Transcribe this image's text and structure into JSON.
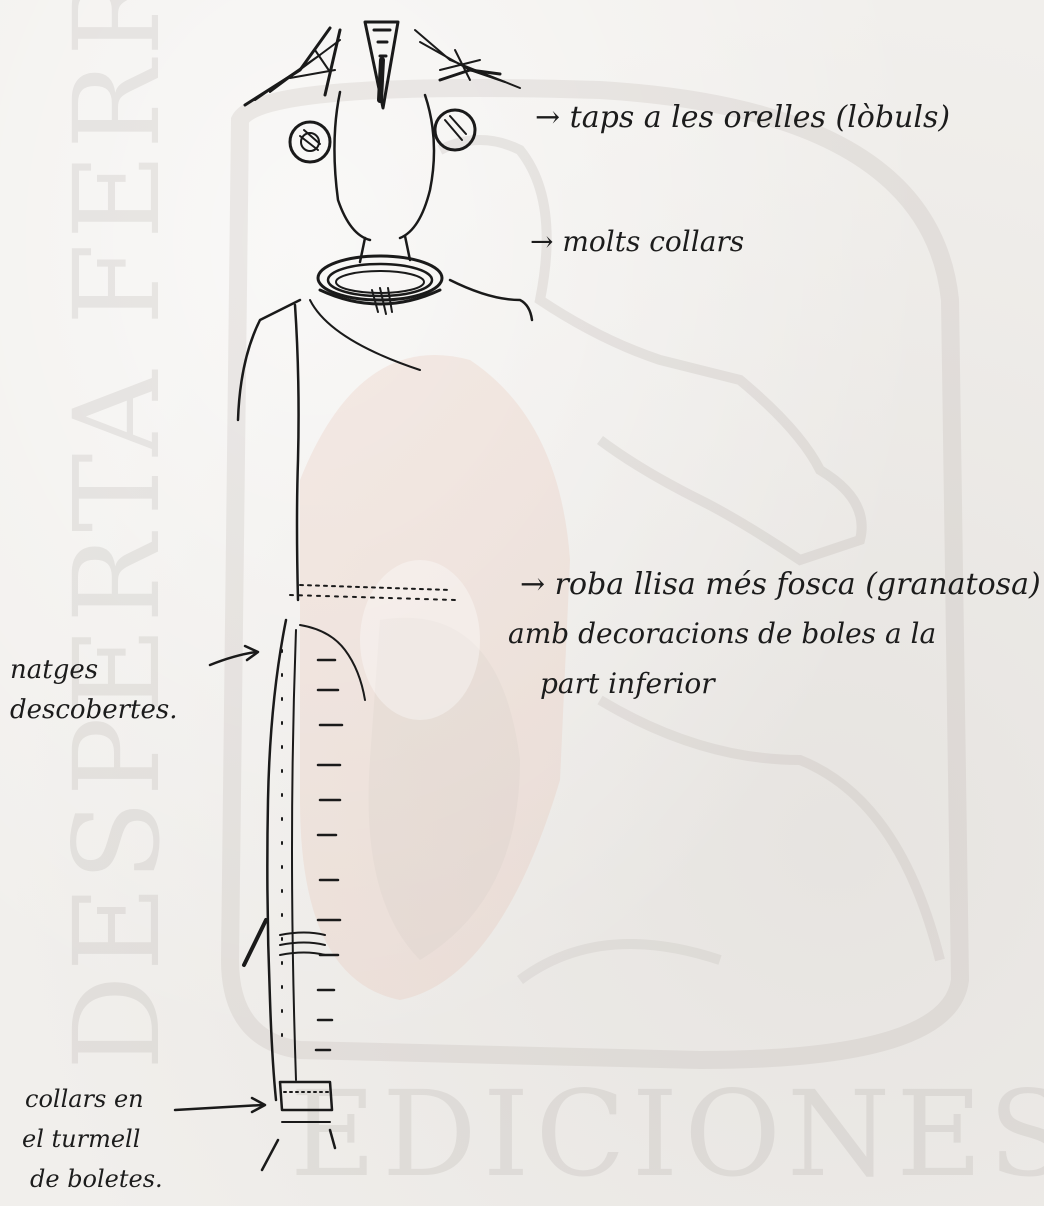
{
  "watermark": {
    "vertical": "DESPERTA FERRO",
    "bottom": "EDICIONES",
    "emblem_colors": [
      "#e9b9a8",
      "#f0d7c9",
      "#c9c3be"
    ]
  },
  "annotations": {
    "lobes": "→ taps a les orelles (lòbuls)",
    "neck": "→ molts collars",
    "robe_line1": "→ roba llisa més fosca (granatosa)",
    "robe_line2": "amb decoracions de boles a la",
    "robe_line3": "part inferior",
    "thighs_line1": "natges",
    "thighs_line2": "descobertes.",
    "ankle_line1": "collars en",
    "ankle_line2": "el turmell",
    "ankle_line3": "de boletes."
  },
  "ink_color": "#1a1a1a"
}
